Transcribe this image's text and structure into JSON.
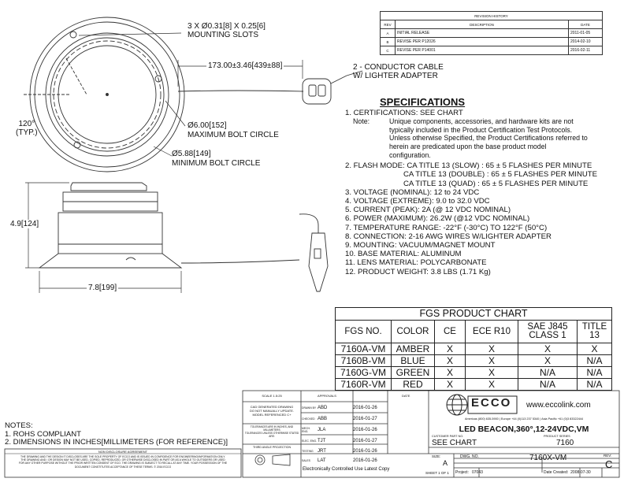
{
  "revision": {
    "title": "REVISION HISTORY",
    "headers": [
      "REV",
      "DESCRIPTION",
      "DATE"
    ],
    "rows": [
      {
        "rev": "A",
        "desc": "INITIAL RELEASE",
        "date": "2011-01-05"
      },
      {
        "rev": "B",
        "desc": "REVISE PER P12026",
        "date": "2014-02-10"
      },
      {
        "rev": "C",
        "desc": "REVISE PER P14001",
        "date": "2016-02-11"
      }
    ]
  },
  "drawing": {
    "slots": "3 X Ø0.31[8] X 0.25[6]",
    "slots2": "MOUNTING SLOTS",
    "cable_len": "173.00±3.46[439±88]",
    "cable1": "2 - CONDUCTOR CABLE",
    "cable2": "W/ LIGHTER  ADAPTER",
    "angle1": "120°",
    "angle2": "(TYP.)",
    "max_bolt_dim": "Ø6.00[152]",
    "max_bolt_lbl": "MAXIMUM BOLT CIRCLE",
    "min_bolt_dim": "Ø5.88[149]",
    "min_bolt_lbl": "MINIMUM BOLT CIRCLE",
    "height": "4.9[124]",
    "width": "7.8[199]"
  },
  "specs": {
    "title": "SPECIFICATIONS",
    "items": [
      "1.    CERTIFICATIONS:  SEE CHART",
      "2.  FLASH MODE: CA TITLE 13 (SLOW) : 65 ± 5 FLASHES PER MINUTE",
      "CA TITLE 13 (DOUBLE) : 65 ± 5 FLASHES PER MINUTE",
      "CA TITLE 13 (QUAD) : 65 ± 5 FLASHES PER MINUTE",
      "3.  VOLTAGE (NOMINAL): 12 to 24 VDC",
      "4.  VOLTAGE (EXTREME): 9.0 to 32.0 VDC",
      "5.  CURRENT (PEAK): 2A (@ 12 VDC NOMINAL)",
      "6.  POWER (MAXIMUM): 26.2W (@12 VDC NOMINAL)",
      "7.  TEMPERATURE RANGE: -22°F (-30°C) TO 122°F (50°C)",
      "8.  CONNECTION: 2-16 AWG WIRES W/LIGHTER ADAPTER",
      "9.  MOUNTING: VACUUM/MAGNET MOUNT",
      "10. BASE MATERIAL: ALUMINUM",
      "11. LENS MATERIAL: POLYCARBONATE",
      "12. PRODUCT WEIGHT: 3.8 LBS (1.71 Kg)"
    ],
    "note_label": "Note:",
    "note_lines": [
      "Unique components, accessories, and hardware kits are not",
      "typically included in the Product Certification Test Protocols.",
      "Unless otherwise Specified, the Product Certifications referred to",
      "herein are predicated upon the base product model",
      "configuration."
    ]
  },
  "product_chart": {
    "title": "FGS PRODUCT CHART",
    "headers": [
      "FGS NO.",
      "COLOR",
      "CE",
      "ECE R10",
      "SAE J845 CLASS 1",
      "TITLE 13"
    ],
    "rows": [
      [
        "7160A-VM",
        "AMBER",
        "X",
        "X",
        "X",
        "X"
      ],
      [
        "7160B-VM",
        "BLUE",
        "X",
        "X",
        "X",
        "N/A"
      ],
      [
        "7160G-VM",
        "GREEN",
        "X",
        "X",
        "N/A",
        "N/A"
      ],
      [
        "7160R-VM",
        "RED",
        "X",
        "X",
        "N/A",
        "N/A"
      ]
    ]
  },
  "notes": {
    "title": "NOTES:",
    "items": [
      "1. ROHS COMPLIANT",
      "2. DIMENSIONS IN INCHES[MILLIMETERS (FOR REFERENCE)]"
    ]
  },
  "titleblock": {
    "scale": "SCALE 1.5:25",
    "cad1": "CAD GENERATED DRAWING",
    "cad2": "DO NOT MANUALLY UPDATE.",
    "cad3": "MODEL REFERENCED C+",
    "tol1": "TOLERANCES ARE IN INCHES, AND MILLIMETERS",
    "tol2": "TOLERANCES UNLESS OTHERWISE STATED ARE:",
    "third_angle": "THIRD ANGLE PROJECTION",
    "approvals": "APPROVALS",
    "date_hdr": "DATE",
    "approvals_rows": [
      {
        "role": "DRAWN BY",
        "name": "ABD",
        "date": "2016-01-26"
      },
      {
        "role": "CHECKED",
        "name": "ABB",
        "date": "2016-01-27"
      },
      {
        "role": "MECH. ENG.",
        "name": "JLA",
        "date": "2016-01-26"
      },
      {
        "role": "ELEC. ENG.",
        "name": "TJT",
        "date": "2016-01-27"
      },
      {
        "role": "TESTING",
        "name": "JRT",
        "date": "2016-01-26"
      },
      {
        "role": "SALES",
        "name": "LAT",
        "date": "2016-01-26"
      }
    ],
    "company": "ECCO",
    "url": "www.eccolink.com",
    "contact": "Americas (800) 635-5900  |  Europe +44 (0)113 237 5340  |  Asia Pacific +61 (0)3 83322444",
    "title": "LED BEACON,360°,12-24VDC,VM",
    "customer_lbl": "CUSTOMER PART NO.",
    "customer": "SEE CHART",
    "series_lbl": "PRODUCT SERIES",
    "series": "7160",
    "size_lbl": "SIZE:",
    "size": "A",
    "dwg_lbl": "DWG. NO.",
    "dwg": "7160X-VM",
    "rev_lbl": "REV:",
    "rev": "C",
    "sheet": "SHEET 1 OF 1",
    "project_lbl": "Project:",
    "project": "07043",
    "created_lbl": "Date Created:",
    "created": "2008-07-30",
    "electronic": "Electronically Controlled Use Latest Copy",
    "nda_title": "NON DISCLOSURE AGREEMENT",
    "nda1": "THE DRAWING AND THE DESIGN IT DISCLOSES ARE THE SOLE PROPERTY OF ECCO AND IS ISSUED IN CONFIDENCE FOR ENGINEERING/INFORMATION ONLY.",
    "nda2": "THE DRAWING AND / OR DESIGN MAY NOT BE USED, COPIED, REPRODUCED, OR OTHERWISE DISCLOSED IN PART OR AS A WHOLE TO OUTSIDERS OR USED",
    "nda3": "FOR ANY OTHER PURPOSE WITHOUT THE PRIOR WRITTEN CONSENT OF ECO. THE DRAWING IS SUBJECT TO RECALL AT ANY TIME. YOUR POSSESSION OF THE",
    "nda4": "DOCUMENT CONSTITUTES ACCEPTANCE OF THESE TERMS. © 2016 ECCO"
  }
}
